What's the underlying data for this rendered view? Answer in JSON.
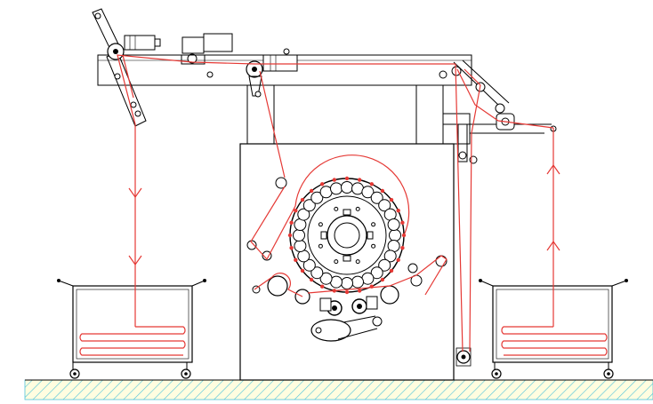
{
  "diagram": {
    "kind": "textile machine schematic",
    "texts": [],
    "colors": {
      "line": "#000000",
      "fabric_path": "#e53935",
      "background": "#ffffff",
      "floor_hatch": "#4fc3d9",
      "floor_fill": "#fffde0",
      "arrow": "#e53935"
    },
    "components": [
      "left-fabric-trolley",
      "right-fabric-trolley",
      "main-frame-housing",
      "large-roller-drum",
      "upper-guide-beam",
      "tension-arm-left",
      "drive-motor-left",
      "drive-motor-center",
      "right-guide-frame",
      "floor-base"
    ],
    "flow_arrows": {
      "left_down_count": 2,
      "right_up_count": 2
    },
    "drum_satellite_rollers": 28
  }
}
